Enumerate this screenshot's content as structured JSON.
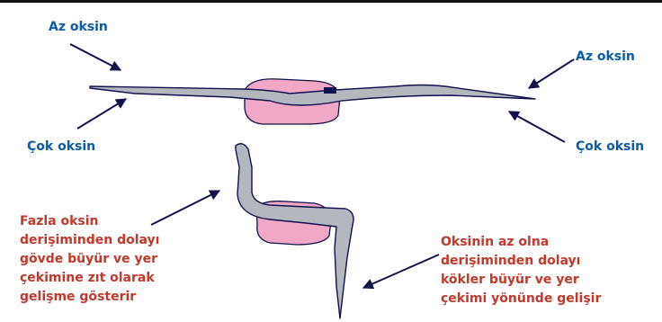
{
  "labels": {
    "top_left": "Az oksin",
    "top_right": "Az oksin",
    "bottom_left": "Çok oksin",
    "bottom_right": "Çok oksin"
  },
  "left_note": [
    "Fazla oksin",
    "derişiminden dolayı",
    "gövde büyür ve yer",
    "çekimine zıt olarak",
    "gelişme gösterir"
  ],
  "right_note": [
    "Oksinin az olna",
    "derişiminden dolayı",
    "kökler büyür ve yer",
    "çekimi yönünde gelişir"
  ],
  "colors": {
    "label_blue": "#0e5aa4",
    "note_red": "#c0392b",
    "plant_gray": "#b4b8be",
    "seed_pink": "#f0a8c6",
    "outline": "#10104e"
  }
}
